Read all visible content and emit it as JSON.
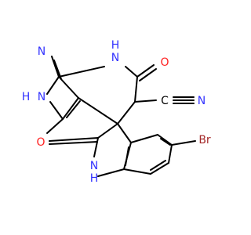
{
  "atoms": [
    {
      "id": "n7h",
      "text": "N",
      "sub": "H",
      "color": "#3333ff"
    },
    {
      "id": "n1",
      "text": "N",
      "color": "#3333ff"
    },
    {
      "id": "n2h",
      "text": "H",
      "sub": "N",
      "color": "#3333ff"
    },
    {
      "id": "o6",
      "text": "O",
      "color": "#ff2020"
    },
    {
      "id": "cn_c",
      "text": "C",
      "color": "#000000"
    },
    {
      "id": "cn_n",
      "text": "N",
      "color": "#3333ff"
    },
    {
      "id": "o2",
      "text": "O",
      "color": "#ff2020"
    },
    {
      "id": "br",
      "text": "Br",
      "color": "#a52a2a"
    },
    {
      "id": "n1h",
      "text": "N",
      "sub": "H",
      "color": "#3333ff"
    }
  ]
}
